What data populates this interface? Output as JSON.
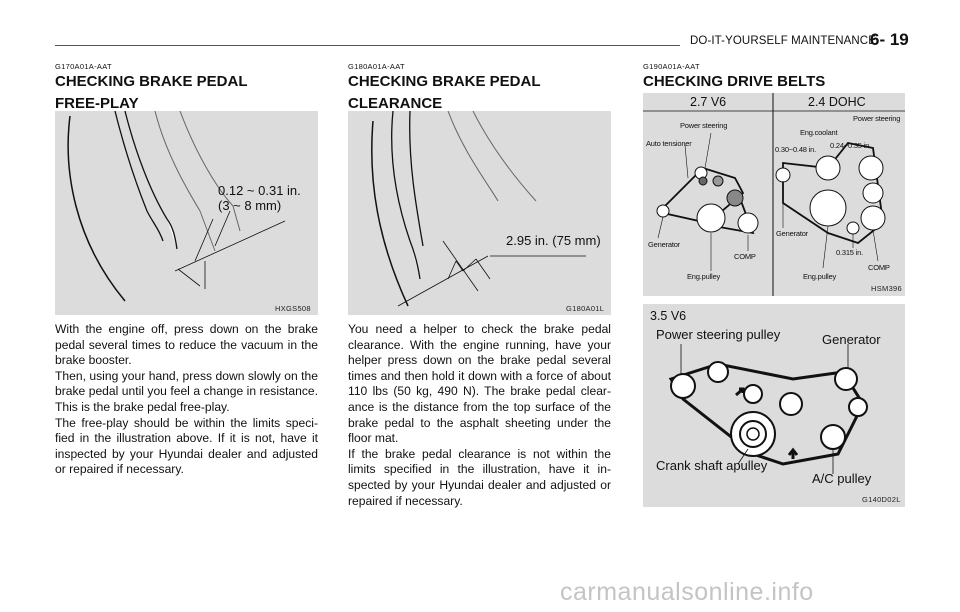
{
  "header": {
    "title": "DO-IT-YOURSELF MAINTENANCE",
    "page": "6- 19"
  },
  "col1": {
    "code": "G170A01A-AAT",
    "heading_line1": "CHECKING BRAKE PEDAL",
    "heading_line2": "FREE-PLAY",
    "fig_label_line1": "0.12 ~ 0.31 in.",
    "fig_label_line2": "(3 ~ 8 mm)",
    "fig_code": "HXGS508",
    "p1": "With the engine off, press down on the brake pedal several times to reduce the vacuum in the brake  booster.",
    "p2": "Then, using your hand, press down slowly on the brake pedal until you feel a change in resistance. This is the brake pedal free-play.",
    "p3": "The free-play should be within the limits speci- fied in the illustration above. If it is not, have it inspected by your Hyundai dealer and adjusted or repaired if necessary."
  },
  "col2": {
    "code": "G180A01A-AAT",
    "heading_line1": "CHECKING BRAKE PEDAL",
    "heading_line2": "CLEARANCE",
    "fig_label": "2.95 in. (75 mm)",
    "fig_code": "G180A01L",
    "p1": "You need a helper to check the brake pedal clearance. With the engine running, have your helper press down on the brake pedal several times and then hold it down with a force of about 110 lbs (50 kg, 490 N). The brake pedal clear- ance is the distance from the top surface of the brake pedal to the asphalt sheeting under the floor mat.",
    "p2": "If the brake pedal clearance is not within the limits specified in the illustration, have it in- spected by your Hyundai dealer and adjusted or repaired if necessary."
  },
  "col3": {
    "code": "G190A01A-AAT",
    "heading": "CHECKING DRIVE BELTS",
    "fig1": {
      "left_title": "2.7 V6",
      "right_title": "2.4  DOHC",
      "power_steering_left": "Power steering",
      "auto_tensioner": "Auto tensioner",
      "generator_left": "Generator",
      "comp_left": "COMP",
      "eng_pulley_left": "Eng.pulley",
      "power_steering_right": "Power steering",
      "eng_coolant": "Eng.coolant",
      "range1": "0.30~0.48 in.",
      "range2": "0.24~0.35 in.",
      "generator_right": "Generator",
      "range3": "0.315 in.",
      "comp_right": "COMP",
      "eng_pulley_right": "Eng.pulley",
      "fig_code": "HSM396"
    },
    "fig2": {
      "title": "3.5 V6",
      "power_steering_pulley": "Power steering pulley",
      "generator": "Generator",
      "crank_shaft": "Crank shaft apulley",
      "ac_pulley": "A/C pulley",
      "fig_code": "G140D02L"
    }
  },
  "watermark": "carmanualsonline.info"
}
